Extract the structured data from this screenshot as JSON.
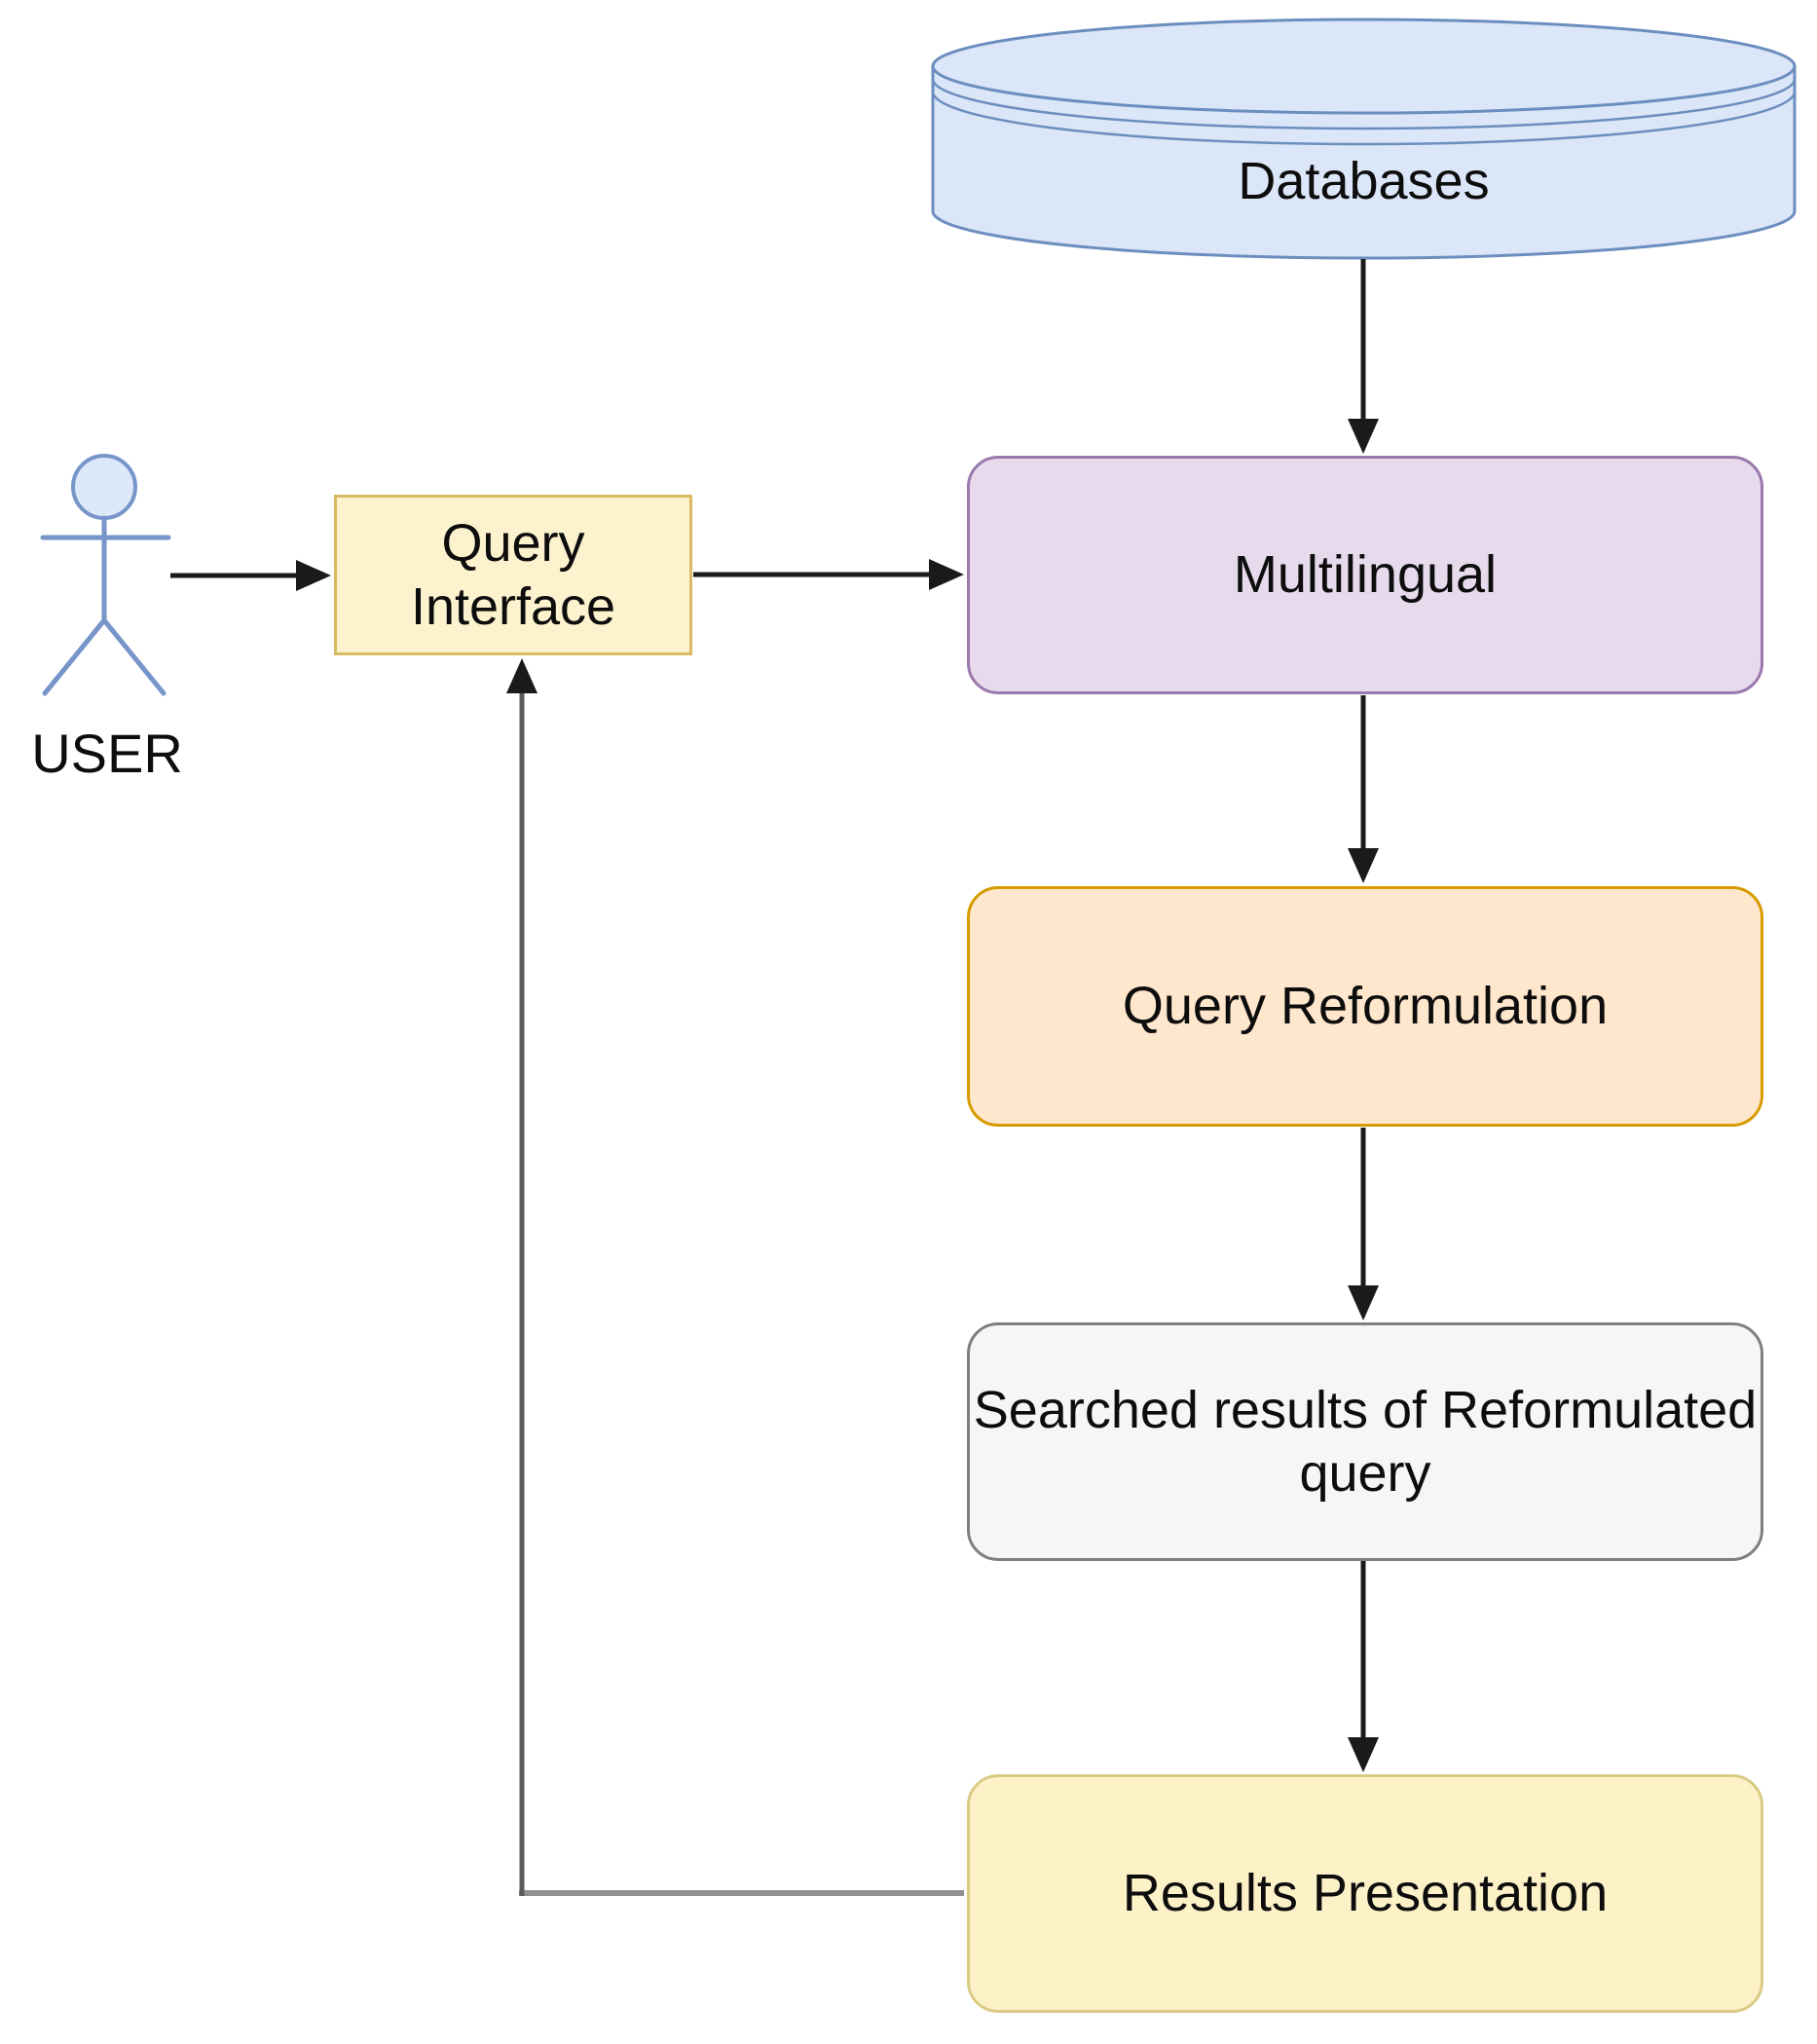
{
  "diagram": {
    "type": "flowchart",
    "description": "Multilingual query reformulation information-retrieval system flow",
    "nodes": {
      "databases": {
        "label": "Databases",
        "shape": "cylinder",
        "fill_color": "#dbe6f8",
        "stroke_color": "#6c8ebf"
      },
      "multilingual": {
        "label": "Multilingual",
        "shape": "rounded-rectangle",
        "fill_color": "#e6daec",
        "stroke_color": "#9a79ac"
      },
      "query_reformulation": {
        "label": "Query Reformulation",
        "shape": "rounded-rectangle",
        "fill_color": "#ffe7cd",
        "stroke_color": "#d79b00"
      },
      "searched_results": {
        "label": "Searched results of  Reformulated query",
        "label_line1": "Searched results of  Reformulated",
        "label_line2": "query",
        "shape": "rounded-rectangle",
        "fill_color": "#f6f6f6",
        "stroke_color": "#7f7f7f"
      },
      "results_presentation": {
        "label": "Results Presentation",
        "shape": "rounded-rectangle",
        "fill_color": "#fdf1c7",
        "stroke_color": "#d9cb84"
      },
      "query_interface": {
        "label": "Query Interface",
        "shape": "rectangle",
        "fill_color": "#fdf2ce",
        "stroke_color": "#d8ba62"
      },
      "user": {
        "label": "USER",
        "shape": "stick-figure-actor",
        "fill_color": "#dde8f9",
        "stroke_color": "#7795c9"
      }
    },
    "edges": [
      {
        "from": "Databases",
        "to": "Multilingual",
        "direction": "down",
        "color": "#1a1a1a"
      },
      {
        "from": "USER",
        "to": "Query Interface",
        "direction": "right",
        "color": "#1a1a1a"
      },
      {
        "from": "Query Interface",
        "to": "Multilingual",
        "direction": "right",
        "color": "#1a1a1a"
      },
      {
        "from": "Multilingual",
        "to": "Query Reformulation",
        "direction": "down",
        "color": "#1a1a1a"
      },
      {
        "from": "Query Reformulation",
        "to": "Searched results of  Reformulated query",
        "direction": "down",
        "color": "#1a1a1a"
      },
      {
        "from": "Searched results of  Reformulated query",
        "to": "Results Presentation",
        "direction": "down",
        "color": "#1a1a1a"
      },
      {
        "from": "Results Presentation",
        "to": "Query Interface",
        "direction": "left-then-up",
        "color": "#6b6b6b"
      }
    ]
  }
}
